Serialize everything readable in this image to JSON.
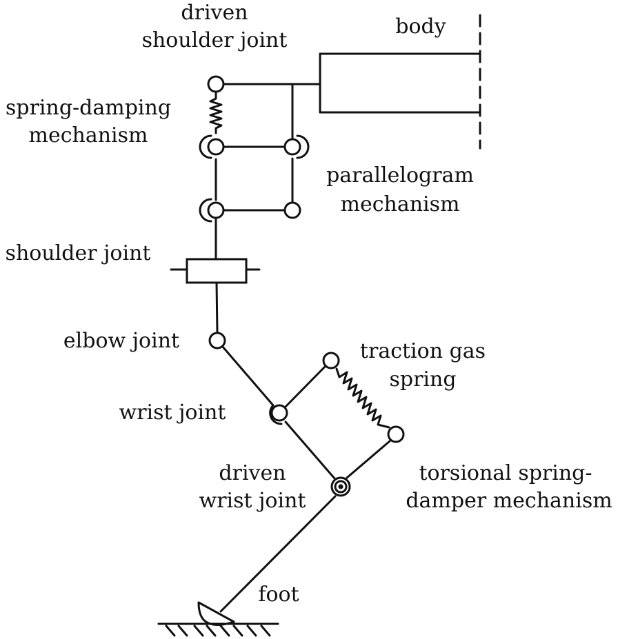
{
  "title": "Leg mechanism schematic",
  "colors": {
    "stroke": "#111111",
    "background": "#ffffff"
  },
  "labels": {
    "driven_shoulder_joint": [
      "driven",
      "shoulder joint"
    ],
    "body": "body",
    "spring_damping_mechanism": [
      "spring-damping",
      "mechanism"
    ],
    "parallelogram_mechanism": [
      "parallelogram",
      "mechanism"
    ],
    "shoulder_joint": "shoulder joint",
    "elbow_joint": "elbow joint",
    "traction_gas_spring": [
      "traction gas",
      "spring"
    ],
    "wrist_joint": "wrist joint",
    "driven_wrist_joint": [
      "driven",
      "wrist joint"
    ],
    "torsional_spring_damper": [
      "torsional spring-",
      "damper mechanism"
    ],
    "foot": "foot"
  }
}
